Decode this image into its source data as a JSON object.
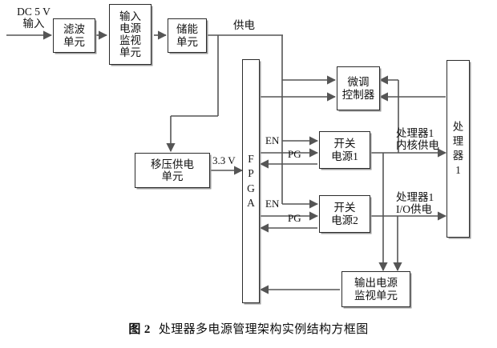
{
  "figure": {
    "caption_label": "图 2",
    "caption_text": "处理器多电源管理架构实例结构方框图"
  },
  "blocks": {
    "filter_unit": {
      "lines": [
        "滤波",
        "单元"
      ]
    },
    "input_power_monitor": {
      "lines": [
        "输入",
        "电源",
        "监视",
        "单元"
      ]
    },
    "energy_storage": {
      "lines": [
        "储能",
        "单元"
      ]
    },
    "voltage_shift_supply": {
      "lines": [
        "移压供电",
        "单元"
      ]
    },
    "fpga": {
      "chars": [
        "F",
        "P",
        "G",
        "A"
      ]
    },
    "trim_controller": {
      "lines": [
        "微调",
        "控制器"
      ]
    },
    "switching_supply_1": {
      "lines": [
        "开关",
        "电源1"
      ]
    },
    "switching_supply_2": {
      "lines": [
        "开关",
        "电源2"
      ]
    },
    "output_power_monitor": {
      "lines": [
        "输出电源",
        "监视单元"
      ]
    },
    "processor_1": {
      "chars": [
        "处",
        "理",
        "器",
        "1"
      ]
    }
  },
  "labels": {
    "dc_input": {
      "lines": [
        "DC 5 V",
        "输入"
      ]
    },
    "power_supply_bus": "供电",
    "rail_3v3": "3.3 V",
    "en_1": "EN",
    "pg_1": "PG",
    "en_2": "EN",
    "pg_2": "PG",
    "proc1_core_power": {
      "lines": [
        "处理器1",
        "内核供电"
      ]
    },
    "proc1_io_power": {
      "lines": [
        "处理器1",
        "I/O供电"
      ]
    }
  },
  "style": {
    "line_color": "#555555",
    "box_border_color": "#2b2b2b",
    "shadow_color": "#9a9a9a",
    "background": "#ffffff"
  },
  "chart_data": {
    "type": "diagram",
    "title": "处理器多电源管理架构实例结构方框图",
    "nodes": [
      {
        "id": "filter_unit",
        "label": "滤波单元"
      },
      {
        "id": "input_power_monitor",
        "label": "输入电源监视单元"
      },
      {
        "id": "energy_storage",
        "label": "储能单元"
      },
      {
        "id": "voltage_shift_supply",
        "label": "移压供电单元"
      },
      {
        "id": "fpga",
        "label": "FPGA"
      },
      {
        "id": "trim_controller",
        "label": "微调控制器"
      },
      {
        "id": "switching_supply_1",
        "label": "开关电源1"
      },
      {
        "id": "switching_supply_2",
        "label": "开关电源2"
      },
      {
        "id": "output_power_monitor",
        "label": "输出电源监视单元"
      },
      {
        "id": "processor_1",
        "label": "处理器1"
      }
    ],
    "edges": [
      {
        "from": "DC 5 V 输入",
        "to": "filter_unit",
        "label": "DC 5 V 输入"
      },
      {
        "from": "filter_unit",
        "to": "input_power_monitor",
        "label": ""
      },
      {
        "from": "input_power_monitor",
        "to": "energy_storage",
        "label": ""
      },
      {
        "from": "energy_storage",
        "to": "power_bus",
        "label": "供电"
      },
      {
        "from": "power_bus",
        "to": "voltage_shift_supply",
        "label": ""
      },
      {
        "from": "voltage_shift_supply",
        "to": "fpga",
        "label": "3.3 V"
      },
      {
        "from": "power_bus",
        "to": "trim_controller",
        "label": ""
      },
      {
        "from": "fpga",
        "to": "trim_controller",
        "label": ""
      },
      {
        "from": "power_bus",
        "to": "switching_supply_1",
        "label": ""
      },
      {
        "from": "fpga",
        "to": "switching_supply_1",
        "label": "EN"
      },
      {
        "from": "switching_supply_1",
        "to": "fpga",
        "label": "PG"
      },
      {
        "from": "power_bus",
        "to": "switching_supply_2",
        "label": ""
      },
      {
        "from": "fpga",
        "to": "switching_supply_2",
        "label": "EN"
      },
      {
        "from": "switching_supply_2",
        "to": "fpga",
        "label": "PG"
      },
      {
        "from": "switching_supply_1",
        "to": "processor_1",
        "label": "处理器1 内核供电"
      },
      {
        "from": "switching_supply_2",
        "to": "processor_1",
        "label": "处理器1 I/O供电"
      },
      {
        "from": "switching_supply_1",
        "to": "trim_controller",
        "label": ""
      },
      {
        "from": "processor_1",
        "to": "trim_controller",
        "label": ""
      },
      {
        "from": "switching_supply_1",
        "to": "output_power_monitor",
        "label": ""
      },
      {
        "from": "switching_supply_2",
        "to": "output_power_monitor",
        "label": ""
      },
      {
        "from": "output_power_monitor",
        "to": "fpga",
        "label": ""
      }
    ]
  }
}
